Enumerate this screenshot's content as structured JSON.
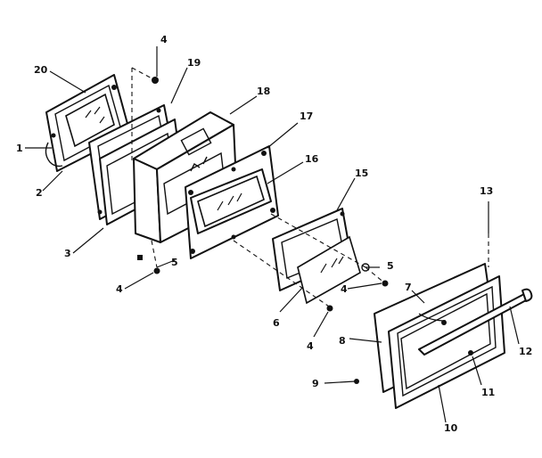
{
  "callouts": {
    "c1": "1",
    "c2": "2",
    "c3": "3",
    "c4a": "4",
    "c4b": "4",
    "c4c": "4",
    "c4d": "4",
    "c5a": "5",
    "c5b": "5",
    "c6": "6",
    "c7": "7",
    "c8": "8",
    "c9": "9",
    "c10": "10",
    "c11": "11",
    "c12": "12",
    "c13": "13",
    "c15": "15",
    "c16": "16",
    "c17": "17",
    "c18": "18",
    "c19": "19",
    "c20": "20"
  }
}
